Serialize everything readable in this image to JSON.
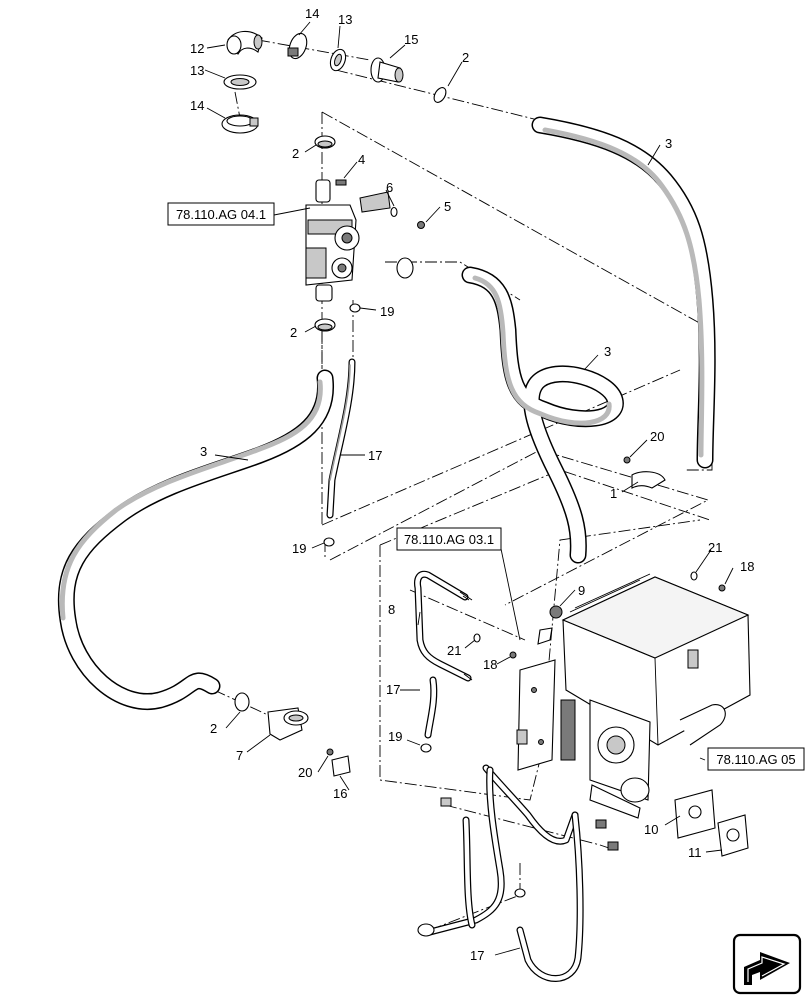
{
  "callouts": {
    "c1": "1",
    "c2a": "2",
    "c2b": "2",
    "c2c": "2",
    "c2d": "2",
    "c3a": "3",
    "c3b": "3",
    "c3c": "3",
    "c4": "4",
    "c5": "5",
    "c6": "6",
    "c7": "7",
    "c8": "8",
    "c9": "9",
    "c10": "10",
    "c11": "11",
    "c12": "12",
    "c13a": "13",
    "c13b": "13",
    "c14a": "14",
    "c14b": "14",
    "c15": "15",
    "c16": "16",
    "c17a": "17",
    "c17b": "17",
    "c17c": "17",
    "c18a": "18",
    "c18b": "18",
    "c19a": "19",
    "c19b": "19",
    "c19c": "19",
    "c20a": "20",
    "c20b": "20",
    "c21a": "21",
    "c21b": "21"
  },
  "references": {
    "ref_valve": "78.110.AG 04.1",
    "ref_bracket": "78.110.AG 03.1",
    "ref_tank": "78.110.AG 05"
  },
  "nav_icon": "next-page-arrow-icon"
}
